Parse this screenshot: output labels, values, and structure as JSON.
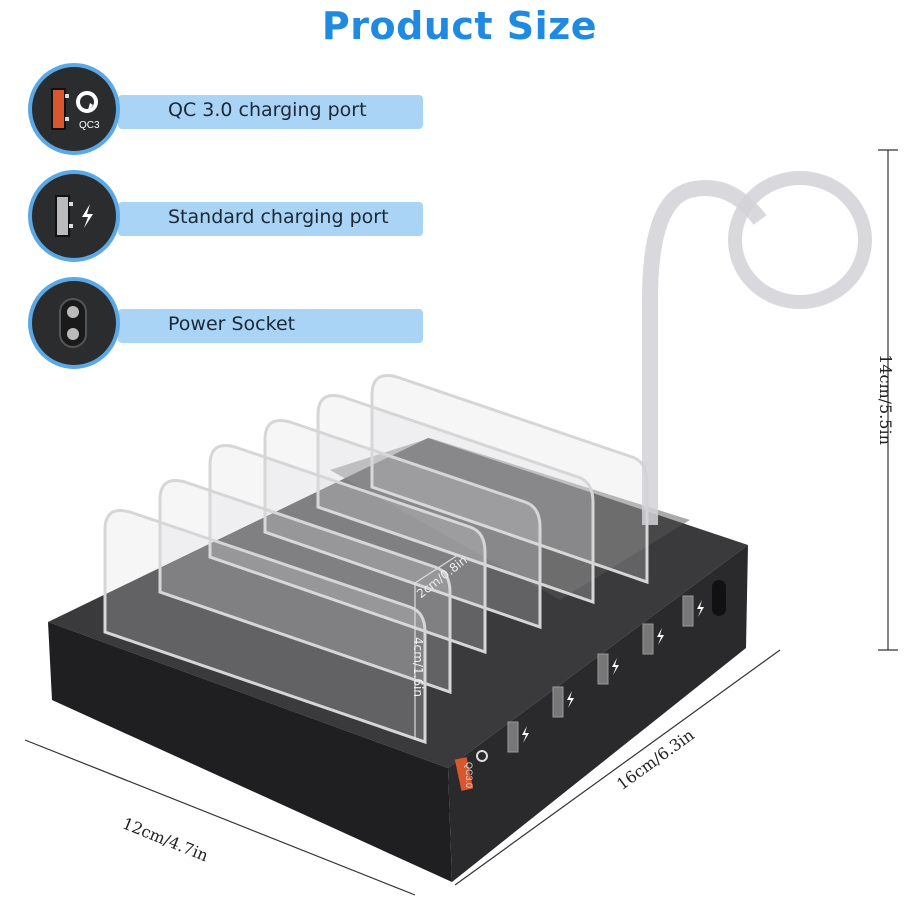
{
  "title": "Product Size",
  "legend": [
    {
      "label": "QC 3.0 charging port",
      "icon": "qc3-usb-port-icon",
      "icon_text": "QC3"
    },
    {
      "label": "Standard charging port",
      "icon": "usb-port-lightning-icon"
    },
    {
      "label": "Power Socket",
      "icon": "power-socket-icon"
    }
  ],
  "dimensions": {
    "height": "14cm/5.5in",
    "length": "16cm/6.3in",
    "width": "12cm/4.7in",
    "slot_gap": "2cm/0.8in",
    "divider_height": "4cm/1.6in"
  },
  "product": {
    "qc_port_label": "QC3.0",
    "standard_port_count": 5,
    "divider_count": 6,
    "body_color": "#2a2a2c",
    "qc_port_color": "#d9562e",
    "accent": "#1f8ae0"
  }
}
